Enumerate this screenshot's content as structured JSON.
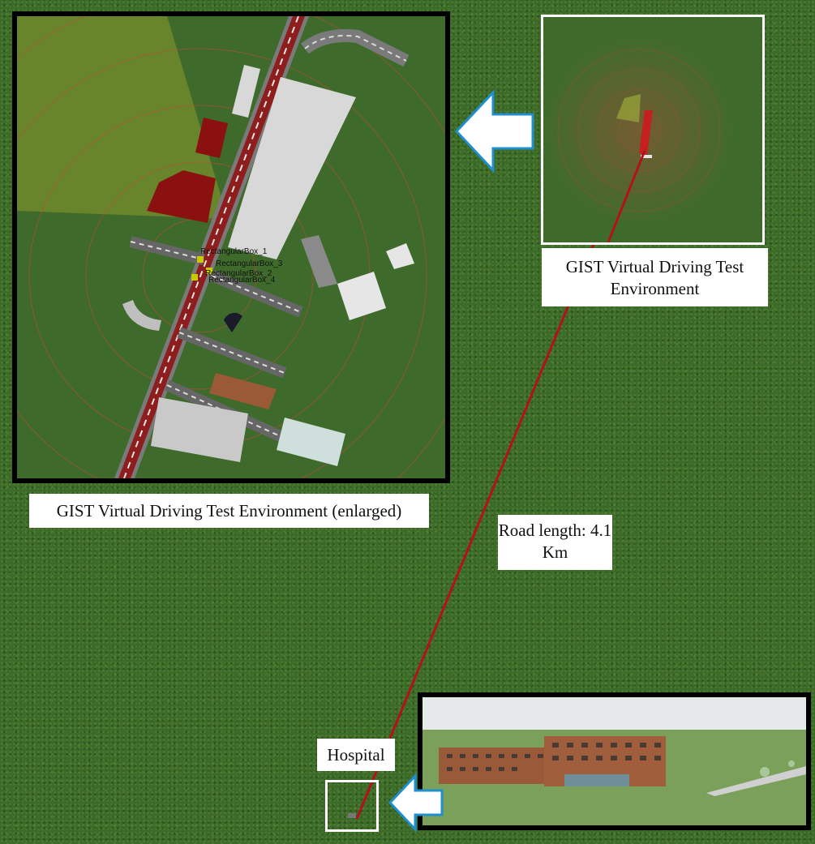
{
  "labels": {
    "vdte": "GIST  Virtual Driving Test Environment",
    "vdte_enlarged": "GIST  Virtual Driving Test Environment (enlarged)",
    "road_length": "Road length: 4.1 Km",
    "hospital": "Hospital"
  },
  "map_objects": {
    "box_1": "RectangularBox_1",
    "box_2": "RectangularBox_2",
    "box_3": "RectangularBox_3",
    "box_4": "RectangularBox_4"
  },
  "colors": {
    "grass": "#3c6a28",
    "route": "#b3121d",
    "arrow_fill": "#ffffff",
    "arrow_outline": "#1f8fd0",
    "frame": "#000000"
  },
  "icons": {
    "pointer_arrow": "arrow-left-icon"
  }
}
